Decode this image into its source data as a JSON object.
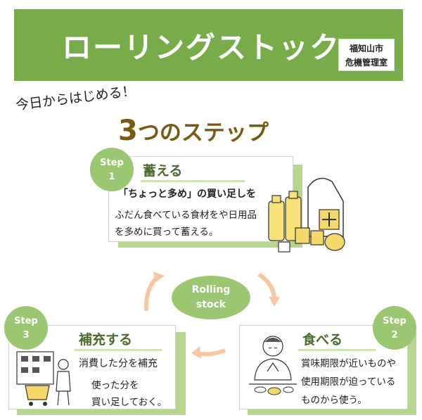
{
  "header": {
    "title": "ローリングストック",
    "office_line1": "福知山市",
    "office_line2": "危機管理室"
  },
  "intro": {
    "line1": "今日からはじめる！",
    "number": "3",
    "line2": "つのステップ"
  },
  "center": {
    "line1": "Rolling",
    "line2": "stock"
  },
  "steps": [
    {
      "badge_word": "Step",
      "badge_num": "1",
      "title": "蓄える",
      "lines": [
        "「ちょっと多め」の買い足しを",
        "ふだん食べている食材をや日用品",
        "を多めに買って蓄える。"
      ]
    },
    {
      "badge_word": "Step",
      "badge_num": "2",
      "title": "食べる",
      "lines": [
        "賞味期限が近いものや",
        "使用期限が迫っている",
        "ものから使う。"
      ]
    },
    {
      "badge_word": "Step",
      "badge_num": "3",
      "title": "補充する",
      "lines": [
        "消費した分を補充",
        "使った分を",
        "買い足しておく。"
      ]
    }
  ],
  "colors": {
    "brand_green": "#78ab4a",
    "badge_green": "#9cc772",
    "arrow_peach": "#f6c7a1"
  }
}
